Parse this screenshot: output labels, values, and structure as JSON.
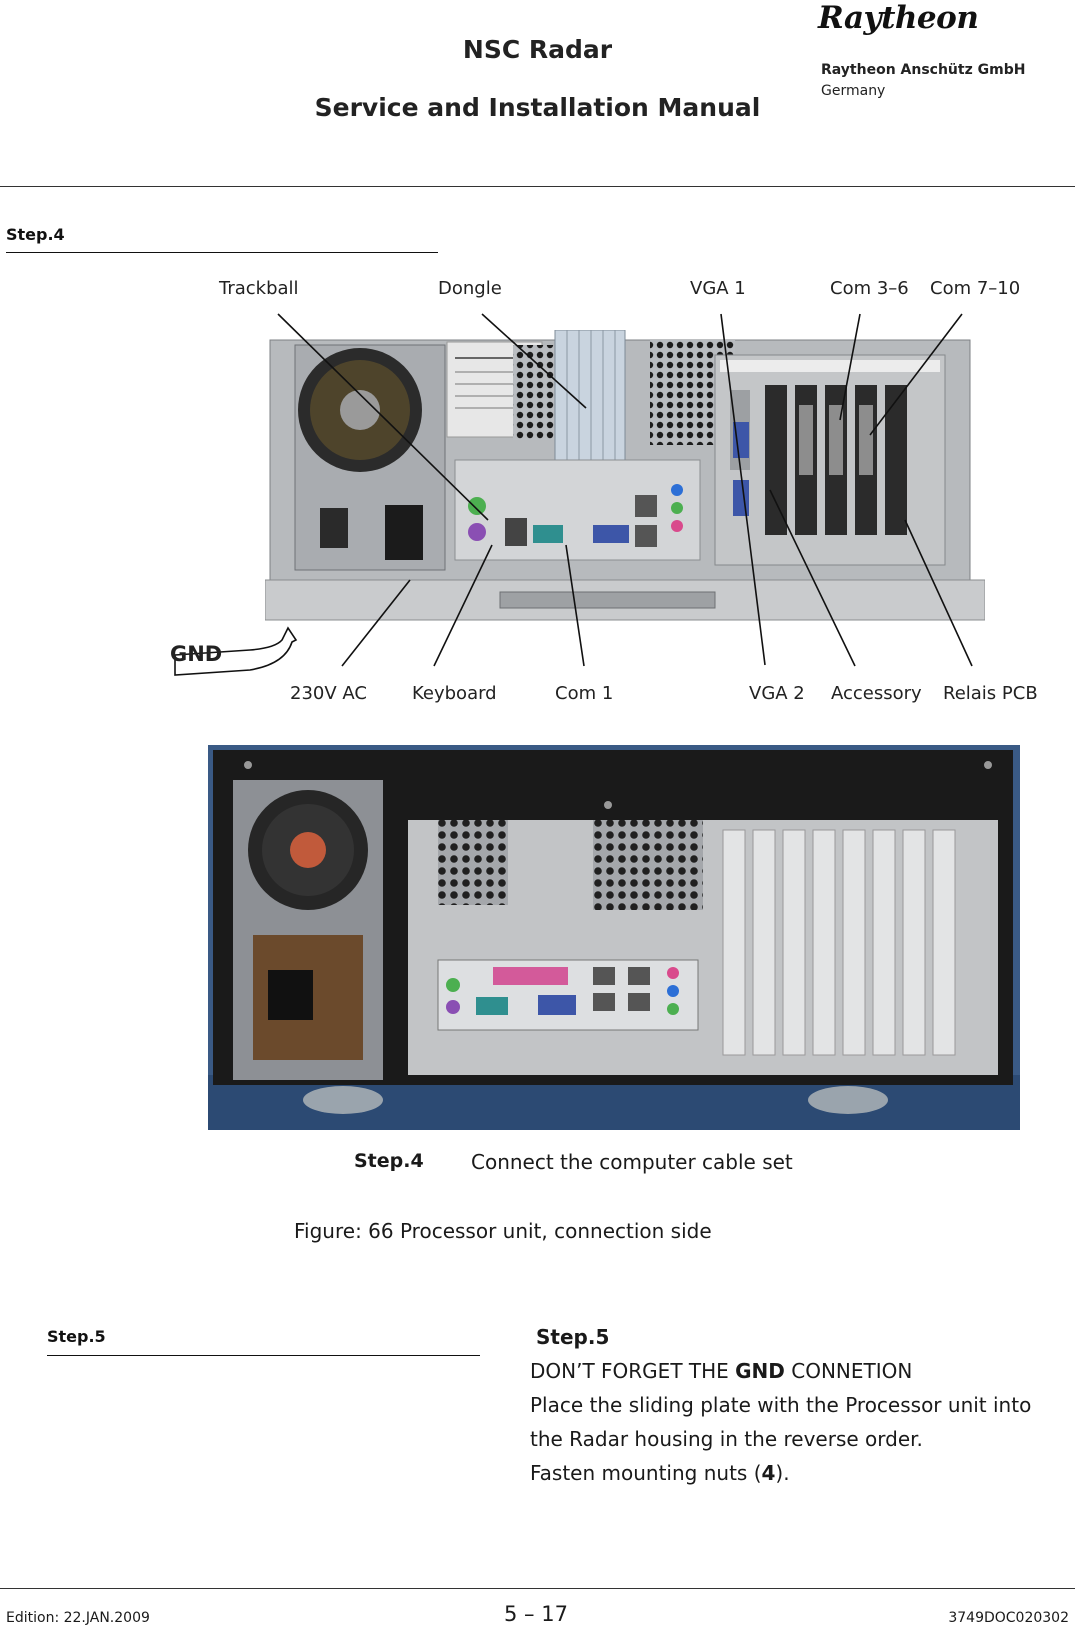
{
  "header": {
    "title_line1": "NSC Radar",
    "title_line2": "Service and Installation Manual",
    "logo_text": "Raytheon",
    "company": "Raytheon Anschütz GmbH",
    "country": "Germany"
  },
  "step4": {
    "heading": "Step.4",
    "labels_top": [
      "Trackball",
      "Dongle",
      "VGA 1",
      "Com 3–6",
      "Com 7–10"
    ],
    "labels_bottom": [
      "230V AC",
      "Keyboard",
      "Com 1",
      "VGA 2",
      "Accessory",
      "Relais PCB"
    ],
    "gnd_label": "GND",
    "caption_step": "Step.4",
    "caption_text": "Connect the computer cable set",
    "figure_caption": "Figure: 66  Processor unit, connection side"
  },
  "step5": {
    "heading": "Step.5",
    "title": "Step.5",
    "line1_prefix": "DON’T FORGET THE ",
    "line1_bold": "GND",
    "line1_suffix": " CONNETION",
    "line2": "Place the sliding plate with the Processor unit into",
    "line3": "the Radar housing in the reverse order.",
    "line4_prefix": "Fasten mounting nuts (",
    "line4_bold": "4",
    "line4_suffix": ")."
  },
  "footer": {
    "edition": "Edition: 22.JAN.2009",
    "page": "5 – 17",
    "doc_number": "3749DOC020302"
  }
}
